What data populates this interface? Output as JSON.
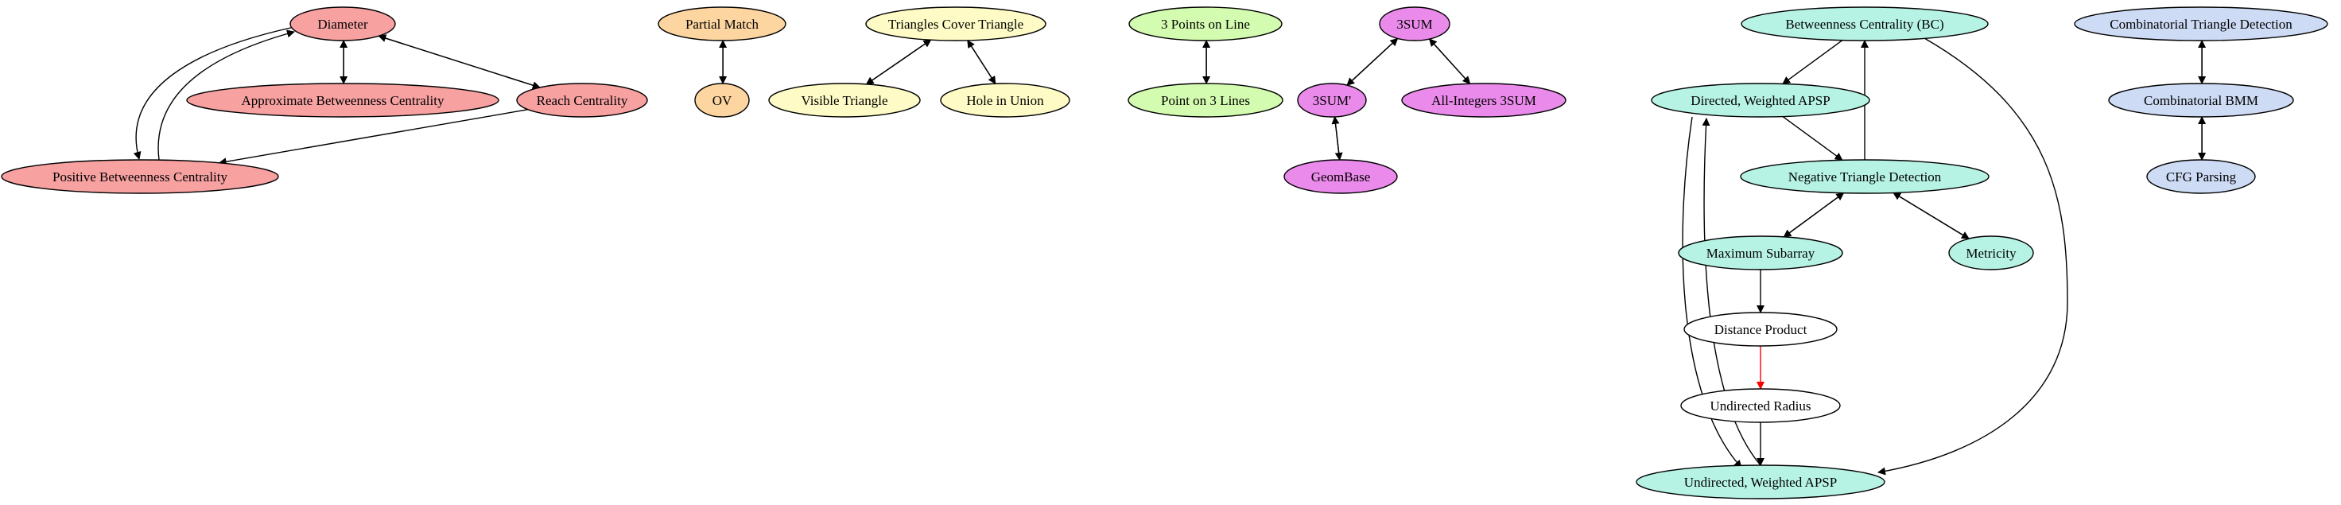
{
  "diagram": {
    "colors": {
      "red": "#f7a1a1",
      "orange": "#fdd5a0",
      "yellow": "#fefbc6",
      "green": "#d4fcb0",
      "magenta": "#ea8aea",
      "teal": "#b7f3e5",
      "blue": "#cddbf5",
      "white": "#ffffff",
      "edge": "#000000",
      "edge_highlight": "#ff0000"
    },
    "nodes": [
      {
        "id": "diameter",
        "label": "Diameter",
        "color": "red"
      },
      {
        "id": "approx_bc",
        "label": "Approximate Betweenness Centrality",
        "color": "red"
      },
      {
        "id": "reach",
        "label": "Reach Centrality",
        "color": "red"
      },
      {
        "id": "pos_bc",
        "label": "Positive Betweenness Centrality",
        "color": "red"
      },
      {
        "id": "partial_match",
        "label": "Partial Match",
        "color": "orange"
      },
      {
        "id": "ov",
        "label": "OV",
        "color": "orange"
      },
      {
        "id": "tri_cover",
        "label": "Triangles Cover Triangle",
        "color": "yellow"
      },
      {
        "id": "visible_tri",
        "label": "Visible Triangle",
        "color": "yellow"
      },
      {
        "id": "hole_union",
        "label": "Hole in Union",
        "color": "yellow"
      },
      {
        "id": "pts_line",
        "label": "3 Points on Line",
        "color": "green"
      },
      {
        "id": "pt_lines",
        "label": "Point on 3 Lines",
        "color": "green"
      },
      {
        "id": "sum3",
        "label": "3SUM",
        "color": "magenta"
      },
      {
        "id": "sum3p",
        "label": "3SUM'",
        "color": "magenta"
      },
      {
        "id": "allint",
        "label": "All-Integers 3SUM",
        "color": "magenta"
      },
      {
        "id": "geombase",
        "label": "GeomBase",
        "color": "magenta"
      },
      {
        "id": "bc",
        "label": "Betweenness Centrality (BC)",
        "color": "teal"
      },
      {
        "id": "dir_apsp",
        "label": "Directed, Weighted APSP",
        "color": "teal"
      },
      {
        "id": "neg_tri",
        "label": "Negative Triangle Detection",
        "color": "teal"
      },
      {
        "id": "max_sub",
        "label": "Maximum Subarray",
        "color": "teal"
      },
      {
        "id": "metricity",
        "label": "Metricity",
        "color": "teal"
      },
      {
        "id": "dist_prod",
        "label": "Distance Product",
        "color": "white"
      },
      {
        "id": "undir_radius",
        "label": "Undirected Radius",
        "color": "white"
      },
      {
        "id": "undir_apsp",
        "label": "Undirected, Weighted APSP",
        "color": "teal"
      },
      {
        "id": "comb_tri",
        "label": "Combinatorial Triangle Detection",
        "color": "blue"
      },
      {
        "id": "comb_bmm",
        "label": "Combinatorial BMM",
        "color": "blue"
      },
      {
        "id": "cfg",
        "label": "CFG Parsing",
        "color": "blue"
      }
    ],
    "edges": [
      {
        "from": "diameter",
        "to": "approx_bc"
      },
      {
        "from": "approx_bc",
        "to": "diameter"
      },
      {
        "from": "diameter",
        "to": "reach"
      },
      {
        "from": "reach",
        "to": "diameter"
      },
      {
        "from": "diameter",
        "to": "pos_bc"
      },
      {
        "from": "pos_bc",
        "to": "diameter"
      },
      {
        "from": "reach",
        "to": "pos_bc"
      },
      {
        "from": "partial_match",
        "to": "ov"
      },
      {
        "from": "ov",
        "to": "partial_match"
      },
      {
        "from": "visible_tri",
        "to": "tri_cover"
      },
      {
        "from": "tri_cover",
        "to": "visible_tri"
      },
      {
        "from": "tri_cover",
        "to": "hole_union"
      },
      {
        "from": "hole_union",
        "to": "tri_cover"
      },
      {
        "from": "pts_line",
        "to": "pt_lines"
      },
      {
        "from": "pt_lines",
        "to": "pts_line"
      },
      {
        "from": "sum3",
        "to": "sum3p"
      },
      {
        "from": "sum3p",
        "to": "sum3"
      },
      {
        "from": "sum3",
        "to": "allint"
      },
      {
        "from": "allint",
        "to": "sum3"
      },
      {
        "from": "sum3p",
        "to": "geombase"
      },
      {
        "from": "geombase",
        "to": "sum3p"
      },
      {
        "from": "bc",
        "to": "dir_apsp"
      },
      {
        "from": "neg_tri",
        "to": "bc"
      },
      {
        "from": "bc",
        "to": "undir_apsp"
      },
      {
        "from": "dir_apsp",
        "to": "neg_tri"
      },
      {
        "from": "dir_apsp",
        "to": "undir_apsp"
      },
      {
        "from": "undir_apsp",
        "to": "dir_apsp"
      },
      {
        "from": "neg_tri",
        "to": "max_sub"
      },
      {
        "from": "max_sub",
        "to": "neg_tri"
      },
      {
        "from": "neg_tri",
        "to": "metricity"
      },
      {
        "from": "metricity",
        "to": "neg_tri"
      },
      {
        "from": "max_sub",
        "to": "dist_prod"
      },
      {
        "from": "dist_prod",
        "to": "undir_radius",
        "highlight": true
      },
      {
        "from": "undir_radius",
        "to": "undir_apsp"
      },
      {
        "from": "comb_tri",
        "to": "comb_bmm"
      },
      {
        "from": "comb_bmm",
        "to": "comb_tri"
      },
      {
        "from": "comb_bmm",
        "to": "cfg"
      },
      {
        "from": "cfg",
        "to": "comb_bmm"
      }
    ]
  }
}
